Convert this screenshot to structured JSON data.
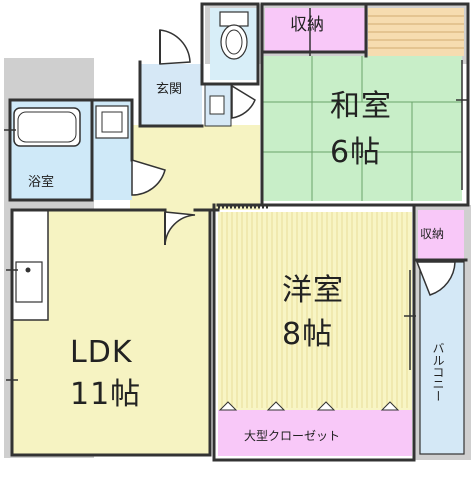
{
  "rooms": {
    "closet_top": "収納",
    "japanese_room": "和室",
    "japanese_size": "6帖",
    "entrance": "玄関",
    "bath": "浴室",
    "western_room": "洋室",
    "western_size": "8帖",
    "closet_right": "収納",
    "balcony": "バルコニー",
    "ldk": "LDK",
    "ldk_size": "11帖",
    "walk_in_closet": "大型クローゼット"
  },
  "colors": {
    "wall": "#333333",
    "balcony_zone": "#c8c8c8",
    "outer_zone": "#cfcfcf",
    "ldk_floor": "#f6f3c2",
    "western_floor": "#f8f5c4",
    "tatami": "#c8eec8",
    "wood_floor": "#f6dcb0",
    "closet": "#f8c8f8",
    "bath_floor": "#cfe9f8",
    "toilet_floor": "#d8eef8",
    "entrance_floor": "#d6e8f6"
  }
}
